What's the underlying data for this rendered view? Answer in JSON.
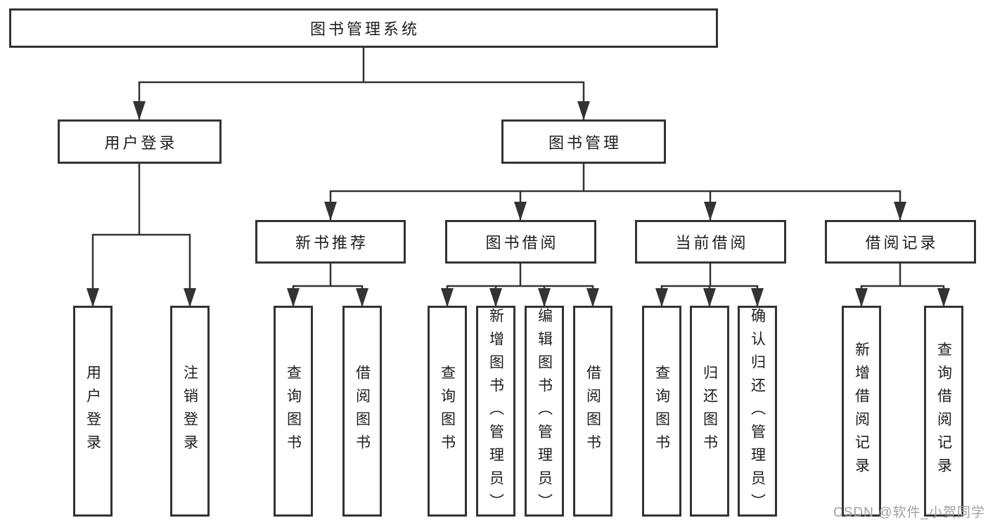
{
  "root": {
    "label": "图书管理系统"
  },
  "level2": [
    {
      "label": "用户登录"
    },
    {
      "label": "图书管理"
    }
  ],
  "level3": [
    {
      "label": "新书推荐"
    },
    {
      "label": "图书借阅"
    },
    {
      "label": "当前借阅"
    },
    {
      "label": "借阅记录"
    }
  ],
  "level4": {
    "user_login": [
      {
        "label": "用户登录"
      },
      {
        "label": "注销登录"
      }
    ],
    "new_books": [
      {
        "label": "查询图书"
      },
      {
        "label": "借阅图书"
      }
    ],
    "book_borrow": [
      {
        "label": "查询图书"
      },
      {
        "label": "新增图书（管理员）"
      },
      {
        "label": "编辑图书（管理员）"
      },
      {
        "label": "借阅图书"
      }
    ],
    "current_borrow": [
      {
        "label": "查询图书"
      },
      {
        "label": "归还图书"
      },
      {
        "label": "确认归还（管理员）"
      }
    ],
    "borrow_records": [
      {
        "label": "新增借阅记录"
      },
      {
        "label": "查询借阅记录"
      }
    ]
  },
  "watermark": {
    "text": "CSDN @软件_小贺同学"
  },
  "colors": {
    "line": "#333333",
    "box_border": "#333333",
    "text": "#1d1d1d",
    "watermark_text": "#a0a0a0",
    "background": "#ffffff"
  }
}
